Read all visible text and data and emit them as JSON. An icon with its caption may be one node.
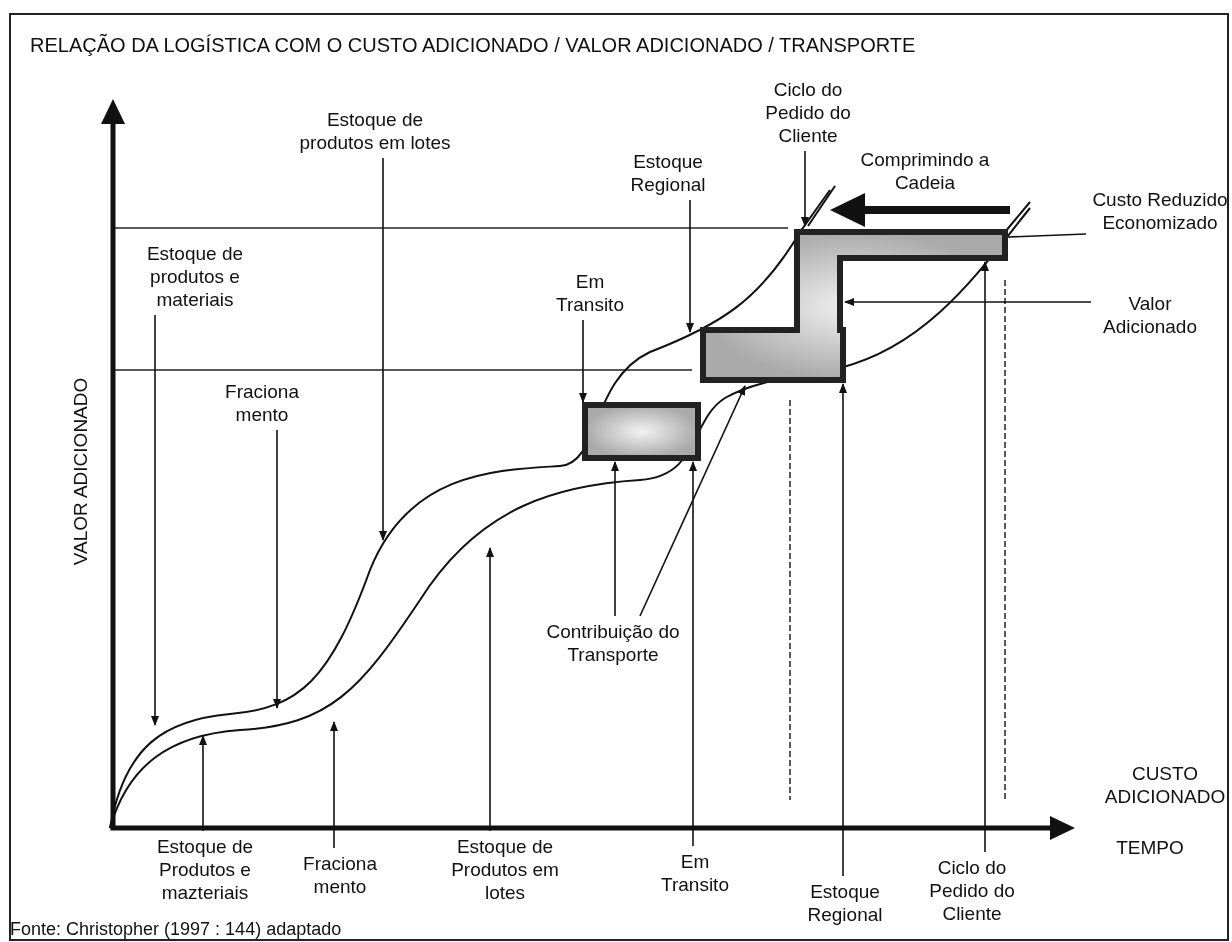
{
  "diagram": {
    "title": "RELAÇÃO DA LOGÍSTICA COM O CUSTO ADICIONADO / VALOR ADICIONADO / TRANSPORTE",
    "caption": "Fonte: Christopher (1997 : 144) adaptado",
    "nodes": [
      {
        "text": [
          "Estoque de produtos e materiais"
        ]
      },
      {
        "text": [
          "Fraciona mento"
        ]
      },
      {
        "text": [
          "Estoque de produtos em lotes"
        ]
      },
      {
        "text": [
          "Em Transito"
        ]
      },
      {
        "text": [
          "Estoque Regional"
        ]
      },
      {
        "text": [
          "Ciclo do Pedido do Cliente"
        ]
      },
      {
        "text": [
          "Custo Reduzido Economizado"
        ]
      },
      {
        "text": [
          "Valor Adicionado"
        ]
      },
      {
        "text": [
          "Contribuição do Transporte"
        ]
      },
      {
        "text": [],
        "shape": "box"
      },
      {
        "text": [],
        "shape": "box"
      },
      {
        "text": [
          "Estoque de Produtos e mazteriais"
        ]
      },
      {
        "text": [
          "Fraciona mento"
        ]
      },
      {
        "text": [
          "Estoque de Produtos em lotes"
        ]
      },
      {
        "text": [
          "Em Transito"
        ]
      },
      {
        "text": [
          "Estoque Regional"
        ]
      },
      {
        "text": [
          "Ciclo do Pedido do Cliente"
        ]
      }
    ],
    "edges": [
      {
        "from": 0,
        "to": null,
        "arrow": "to"
      },
      {
        "from": 1,
        "to": null,
        "arrow": "to"
      },
      {
        "from": 2,
        "to": null,
        "arrow": "to"
      },
      {
        "from": 3,
        "to": 9,
        "arrow": "to"
      },
      {
        "from": 4,
        "to": 10,
        "arrow": "to"
      },
      {
        "from": 5,
        "to": 10,
        "arrow": "to"
      },
      {
        "from": 6,
        "to": 10,
        "arrow": "none"
      },
      {
        "from": 7,
        "to": 10,
        "arrow": "to"
      },
      {
        "from": 8,
        "to": 9,
        "arrow": "to"
      },
      {
        "from": 8,
        "to": 10,
        "arrow": "to"
      },
      {
        "from": 11,
        "to": null,
        "arrow": "to"
      },
      {
        "from": 12,
        "to": null,
        "arrow": "to"
      },
      {
        "from": 13,
        "to": null,
        "arrow": "to"
      },
      {
        "from": 14,
        "to": 9,
        "arrow": "to"
      },
      {
        "from": 15,
        "to": 10,
        "arrow": "to"
      },
      {
        "from": 16,
        "to": 10,
        "arrow": "to"
      }
    ],
    "labels": [
      "Comprimindo a Cadeia",
      "VALOR ADICIONADO",
      "CUSTO ADICIONADO",
      "TEMPO"
    ]
  }
}
